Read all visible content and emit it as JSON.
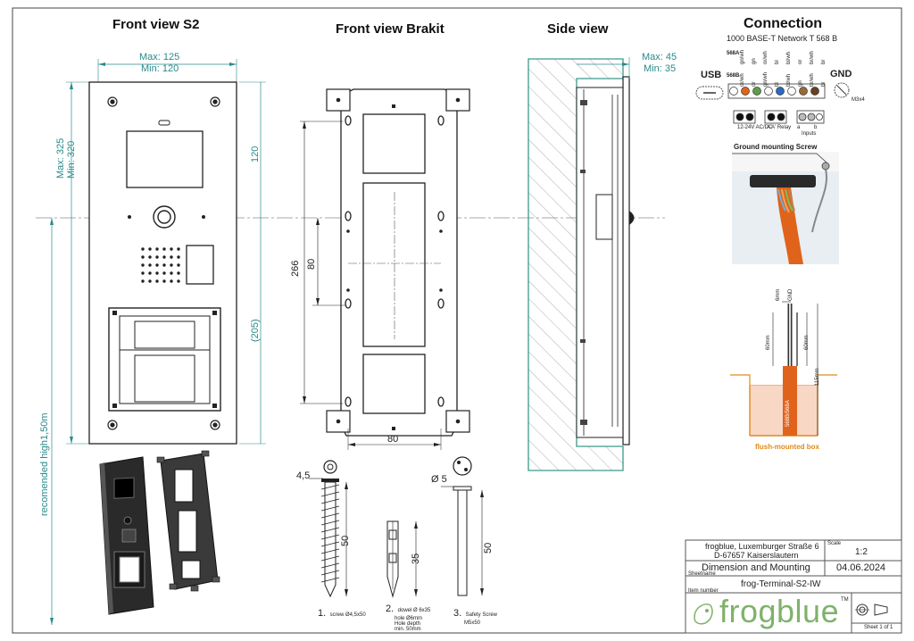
{
  "sections": {
    "front_s2": "Front view S2",
    "front_brakit": "Front view Brakit",
    "side": "Side view",
    "connection": "Connection"
  },
  "front_s2": {
    "width_max": "Max: 125",
    "width_min": "Min: 120",
    "height_max": "Max: 325",
    "height_min": "Min: 320",
    "dim_upper": "120",
    "dim_lower": "(205)",
    "recommended": "recomended high1,50m"
  },
  "brakit": {
    "height_total": "266",
    "height_inner": "80",
    "width_bottom": "80"
  },
  "side": {
    "depth_max": "Max: 45",
    "depth_min": "Min: 35"
  },
  "connection": {
    "network": "1000 BASE-T Network T 568 B",
    "row_568a": "568A",
    "row_568b": "568B",
    "usb": "USB",
    "gnd": "GND",
    "gnd_screw_label": "M3x4",
    "wires_a": [
      "gn/wh",
      "gn",
      "or/wh",
      "bl",
      "bl/wh",
      "or",
      "br/wh",
      "br"
    ],
    "wires_b": [
      "or/wh",
      "or",
      "gn/wh",
      "bl",
      "bl/wh",
      "gn",
      "br/wh",
      "br"
    ],
    "terminal_labels": [
      "12-24V AC/DC",
      "A A' Relay",
      "a",
      "b",
      "Inputs"
    ],
    "ground_screw_title": "Ground mounting Screw",
    "wire_dims": [
      "6mm",
      "GND",
      "60mm",
      "60mm",
      "115mm"
    ],
    "cable_label": "568B/568A",
    "box_label": "flush-mounted box"
  },
  "hardware": [
    {
      "num": "1.",
      "label": "screw Ø4,5x50"
    },
    {
      "num": "2.",
      "label": "dowel Ø 6x35",
      "extra": [
        "hole Ø6mm",
        "Hole depth",
        "min. 50mm"
      ]
    },
    {
      "num": "3.",
      "label": "Safety Screw",
      "extra": [
        "M5x50"
      ]
    }
  ],
  "hardware_dims": {
    "screw_diam": "4,5",
    "screw_len": "50",
    "dowel_len": "35",
    "safety_diam": "Ø 5",
    "safety_len": "50"
  },
  "title_block": {
    "company": "frogblue, Luxemburger Straße 6",
    "address": "D-67657 Kaiserslautern",
    "scale_label": "Scale",
    "scale": "1:2",
    "sheet_title": "Dimension and Mounting",
    "sheet_name_label": "Sheetname",
    "date": "04.06.2024",
    "item": "frog-Terminal-S2-IW",
    "item_label": "Item number",
    "logo": "frogblue",
    "tm": "TM",
    "sheet": "Sheet 1 of 1"
  },
  "colors": {
    "dimension": "#2a8a8a",
    "hatch_border": "#3a9a8a",
    "cable_orange": "#e0631c",
    "box_fill": "#f8d7c4",
    "box_label": "#e08a1c",
    "logo_green": "#7fb26a"
  }
}
